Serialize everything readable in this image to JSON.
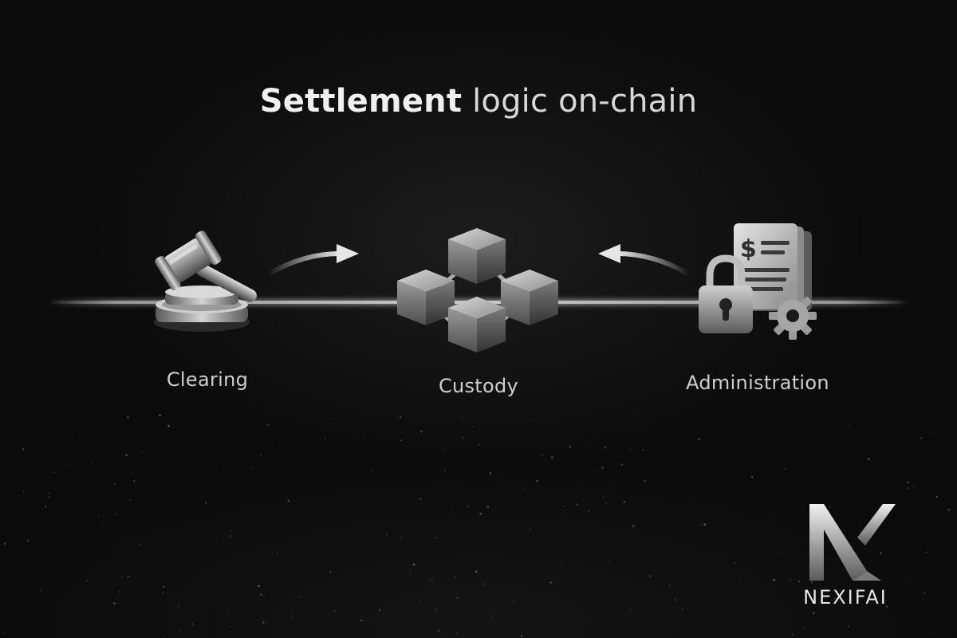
{
  "title": {
    "strong": "Settlement",
    "light": " logic on-chain"
  },
  "stages": [
    {
      "label": "Clearing",
      "icon": "gavel-icon"
    },
    {
      "label": "Custody",
      "icon": "blockchain-cubes-icon"
    },
    {
      "label": "Administration",
      "icon": "document-lock-gear-icon"
    }
  ],
  "brand": {
    "name": "NEXIFAI",
    "logo_icon": "nexifai-logo-icon"
  },
  "colors": {
    "background": "#0b0b0b",
    "text": "#e6e6e6",
    "metal": "#9a9a9a"
  }
}
